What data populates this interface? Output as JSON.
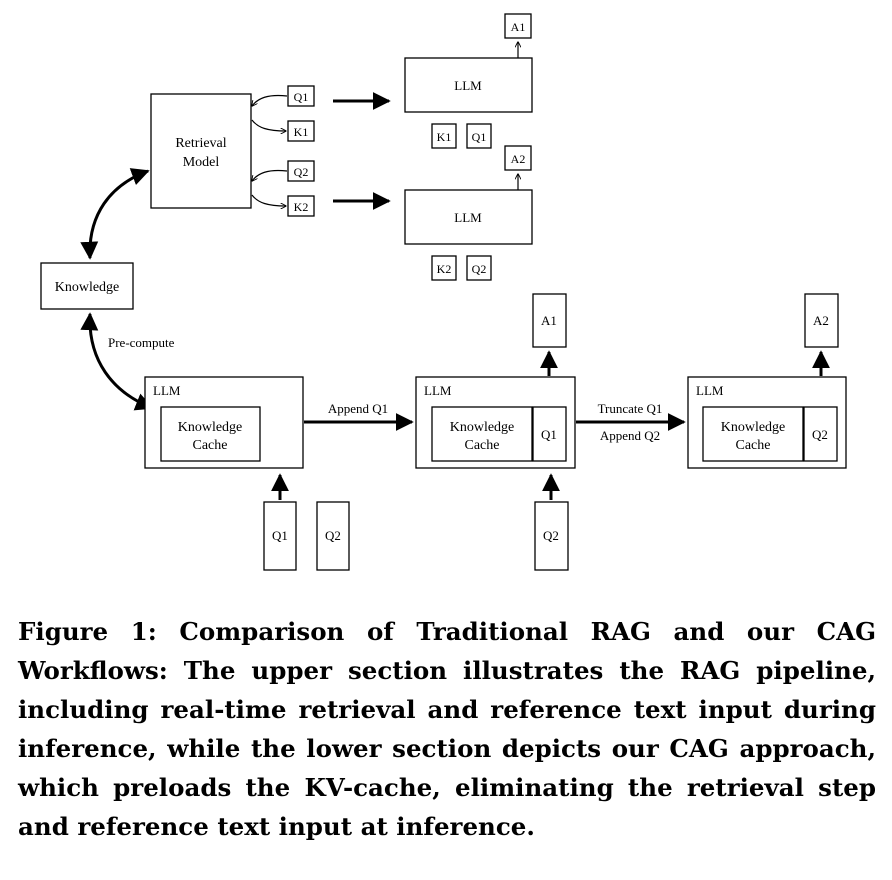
{
  "diagram": {
    "rag": {
      "knowledge": "Knowledge",
      "retrieval_model_line1": "Retrieval",
      "retrieval_model_line2": "Model",
      "q1": "Q1",
      "k1": "K1",
      "q2": "Q2",
      "k2": "K2",
      "llm_top": "LLM",
      "llm_bottom": "LLM",
      "answer_top": "A1",
      "answer_bottom": "A2",
      "llm_top_inputs": [
        "K1",
        "Q1"
      ],
      "llm_bottom_inputs": [
        "K2",
        "Q2"
      ]
    },
    "cag": {
      "pre_compute": "Pre-compute",
      "stage1": {
        "llm": "LLM",
        "cache_line1": "Knowledge",
        "cache_line2": "Cache"
      },
      "append_q1": "Append Q1",
      "stage2": {
        "llm": "LLM",
        "cache_line1": "Knowledge",
        "cache_line2": "Cache",
        "query": "Q1",
        "answer": "A1"
      },
      "truncate_q1": "Truncate Q1",
      "append_q2": "Append Q2",
      "stage3": {
        "llm": "LLM",
        "cache_line1": "Knowledge",
        "cache_line2": "Cache",
        "query": "Q2",
        "answer": "A2"
      },
      "queries_stage1": [
        "Q1",
        "Q2"
      ],
      "query_stage2": "Q2"
    }
  },
  "caption": {
    "label": "Figure 1:",
    "text": "Comparison of Traditional RAG and our CAG Workflows: The upper section illustrates the RAG pipeline, including real-time retrieval and reference text input during inference, while the lower section depicts our CAG approach, which preloads the KV-cache, eliminating the retrieval step and reference text input at inference."
  }
}
